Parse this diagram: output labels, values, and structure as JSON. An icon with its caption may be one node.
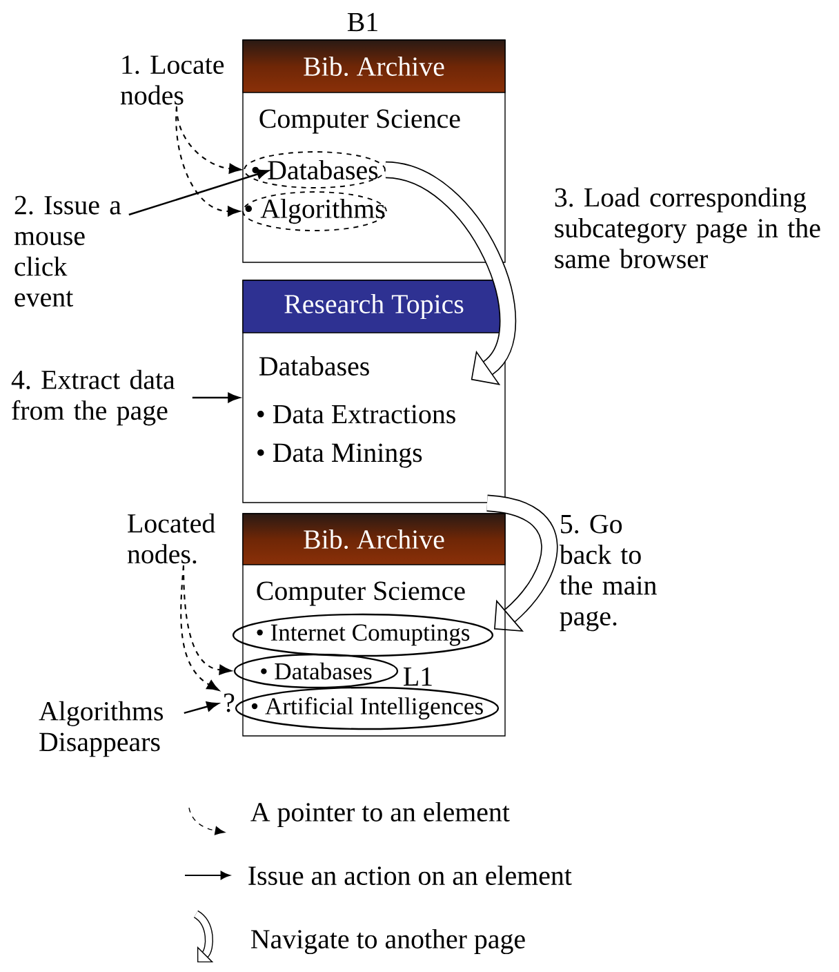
{
  "diagram": {
    "nodes": [
      {
        "text": [
          "B1",
          "Computer Science"
        ]
      },
      {
        "text": [
          "Bib. Archive"
        ],
        "in": 0
      },
      {
        "text": [
          "• Databases"
        ],
        "in": 0
      },
      {
        "text": [
          "• Algorithms"
        ],
        "in": 0
      },
      {
        "text": [
          "Databases",
          "• Data Extractions",
          "• Data Minings"
        ]
      },
      {
        "text": [
          "Research Topics"
        ],
        "in": 4
      },
      {
        "text": [
          "Computer Sciemce"
        ]
      },
      {
        "text": [
          "Bib. Archive"
        ],
        "in": 6
      },
      {
        "text": [
          "• Internet Comuptings"
        ],
        "in": 6
      },
      {
        "text": [
          "• Databases"
        ],
        "in": 6
      },
      {
        "text": [
          "• Artificial Intelligences"
        ],
        "in": 6
      },
      {
        "text": [
          "?"
        ]
      },
      {
        "text": [
          "1. Locate nodes"
        ]
      },
      {
        "text": [
          "2. Issue a mouse click event"
        ]
      },
      {
        "text": [
          "4. Extract data from the page"
        ]
      },
      {
        "text": [
          "Located nodes."
        ]
      },
      {
        "text": [
          "Algorithms Disappears"
        ]
      }
    ],
    "edges": [
      {
        "from": 12,
        "to": 2,
        "arrow": "to",
        "style": "dashed"
      },
      {
        "from": 12,
        "to": 3,
        "arrow": "to",
        "style": "dashed"
      },
      {
        "from": 13,
        "to": 2,
        "arrow": "to"
      },
      {
        "from": 14,
        "to": 4,
        "arrow": "to"
      },
      {
        "from": 2,
        "to": 4,
        "arrow": "to",
        "style": "thick"
      },
      {
        "from": 4,
        "to": 6,
        "arrow": "to",
        "style": "thick"
      },
      {
        "from": 15,
        "to": 9,
        "arrow": "to",
        "style": "dashed"
      },
      {
        "from": 15,
        "to": 11,
        "arrow": "to",
        "style": "dashed"
      },
      {
        "from": 16,
        "to": 11,
        "arrow": "to"
      }
    ],
    "labels": [
      "3. Load corresponding subcategory page in the same browser",
      "5. Go back to the main page.",
      "L1"
    ],
    "legend": [
      {
        "text": "A pointer to an element"
      },
      {
        "text": "Issue an action on an element"
      },
      {
        "text": "Navigate to another page"
      }
    ]
  }
}
